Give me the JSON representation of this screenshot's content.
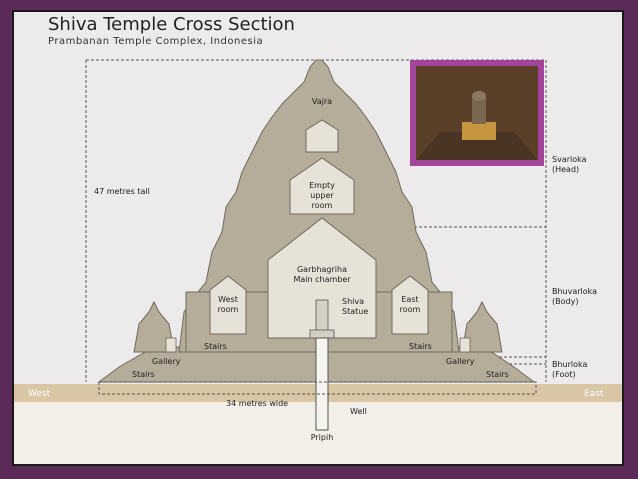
{
  "title": "Shiva Temple Cross Section",
  "subtitle": "Prambanan Temple Complex, Indonesia",
  "labels": {
    "vajra": "Vajra",
    "empty_upper_room": [
      "Empty",
      "upper",
      "room"
    ],
    "garbhagriha": [
      "Garbhagriha",
      "Main chamber"
    ],
    "shiva_statue": [
      "Shiva",
      "Statue"
    ],
    "west_room": [
      "West",
      "room"
    ],
    "east_room": [
      "East",
      "room"
    ],
    "stairs": "Stairs",
    "gallery": "Gallery",
    "well": "Well",
    "pripih": "Pripih",
    "height": "47 metres tall",
    "width": "34 metres wide",
    "west": "West",
    "east": "East",
    "svarloka": [
      "Svarloka",
      "(Head)"
    ],
    "bhuvarloka": [
      "Bhuvarloka",
      "(Body)"
    ],
    "bhurloka": [
      "Bhurloka",
      "(Foot)"
    ]
  },
  "colors": {
    "stone": "#b5ad99",
    "stone_dark": "#8f8878",
    "room": "#e6e2d8",
    "ground": "#d9c6a5",
    "photo_border": "#a4449b",
    "background": "#5b2a58"
  }
}
